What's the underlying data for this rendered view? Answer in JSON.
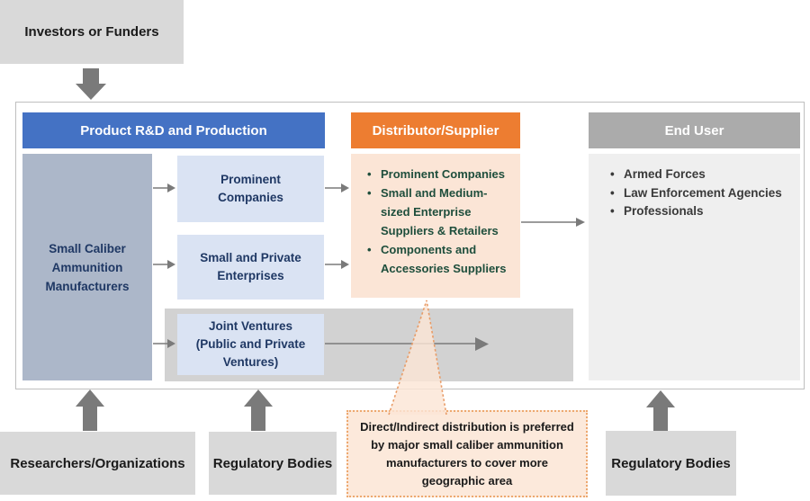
{
  "external": {
    "investors": "Investors or Funders",
    "researchers": "Researchers/Organizations",
    "regulatory_left": "Regulatory Bodies",
    "regulatory_right": "Regulatory Bodies"
  },
  "columns": {
    "production": {
      "header": "Product R&D and Production",
      "manufacturers": "Small Caliber\nAmmunition\nManufacturers",
      "boxes": {
        "prominent": "Prominent\nCompanies",
        "small_private": "Small and Private\nEnterprises",
        "joint_ventures": "Joint Ventures\n(Public and Private\nVentures)"
      }
    },
    "distribution": {
      "header": "Distributor/Supplier",
      "items": [
        "Prominent Companies",
        "Small and Medium-sized Enterprise Suppliers & Retailers",
        "Components and Accessories Suppliers"
      ]
    },
    "end_user": {
      "header": "End User",
      "items": [
        "Armed Forces",
        "Law Enforcement Agencies",
        "Professionals"
      ]
    }
  },
  "callout": {
    "text": "Direct/Indirect distribution is preferred by major small caliber ammunition manufacturers to cover more geographic area"
  },
  "colors": {
    "header-blue": "#4472C4",
    "header-orange": "#ED7D31",
    "header-gray": "#ABABAB",
    "box-gray": "#D9D9D9",
    "band-gray": "#D2D2D2",
    "light-blue": "#DAE3F3",
    "light-peach": "#FBE5D6",
    "end-user-bg": "#EFEFEF",
    "manufacturers-bg": "#ACB7C9",
    "navy-text": "#1F3864",
    "green-text": "#1E4E3C",
    "arrow-gray": "#7A7A7A",
    "callout-border": "#EDA86F"
  }
}
